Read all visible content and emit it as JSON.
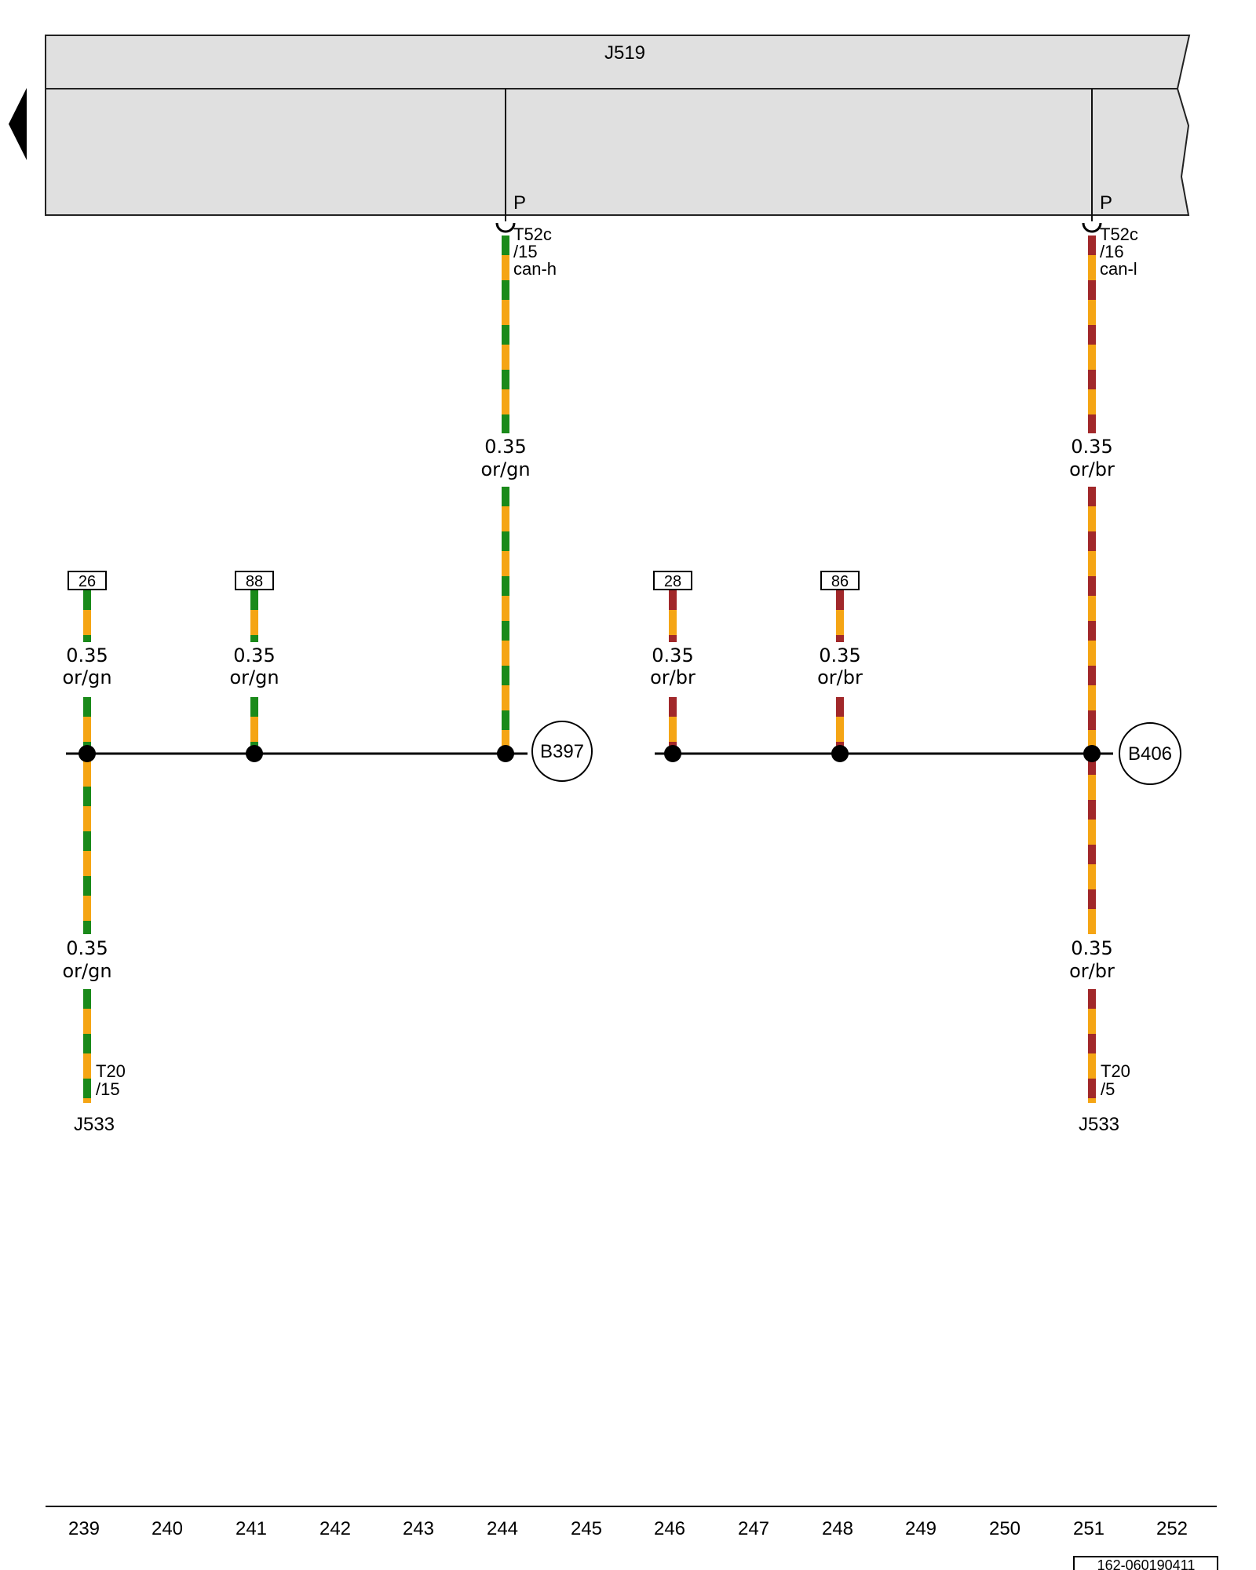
{
  "module": {
    "label": "J519"
  },
  "connectors": {
    "can_h": {
      "pin_label": "P",
      "connector": "T52c",
      "pin": "/15",
      "signal": "can-h"
    },
    "can_l": {
      "pin_label": "P",
      "connector": "T52c",
      "pin": "/16",
      "signal": "can-l"
    }
  },
  "wires": {
    "w244_top": {
      "size": "0.35",
      "color": "or/gn"
    },
    "w251_top": {
      "size": "0.35",
      "color": "or/br"
    },
    "w239": {
      "size": "0.35",
      "color": "or/gn"
    },
    "w241": {
      "size": "0.35",
      "color": "or/gn"
    },
    "w246": {
      "size": "0.35",
      "color": "or/br"
    },
    "w248": {
      "size": "0.35",
      "color": "or/br"
    },
    "w239_bottom": {
      "size": "0.35",
      "color": "or/gn"
    },
    "w251_bottom": {
      "size": "0.35",
      "color": "or/br"
    }
  },
  "references": {
    "r239": "26",
    "r241": "88",
    "r246": "28",
    "r248": "86"
  },
  "splices": {
    "green": "B397",
    "brown": "B406"
  },
  "bottom_connectors": {
    "left": {
      "connector": "T20",
      "pin": "/15",
      "component": "J533"
    },
    "right": {
      "connector": "T20",
      "pin": "/5",
      "component": "J533"
    }
  },
  "scale": [
    "239",
    "240",
    "241",
    "242",
    "243",
    "244",
    "245",
    "246",
    "247",
    "248",
    "249",
    "250",
    "251",
    "252"
  ],
  "doc_id": "162-060190411",
  "colors": {
    "orange": "#f5a514",
    "green": "#1a8a1a",
    "brown": "#a1282a",
    "module_fill": "#e0e0e0"
  }
}
